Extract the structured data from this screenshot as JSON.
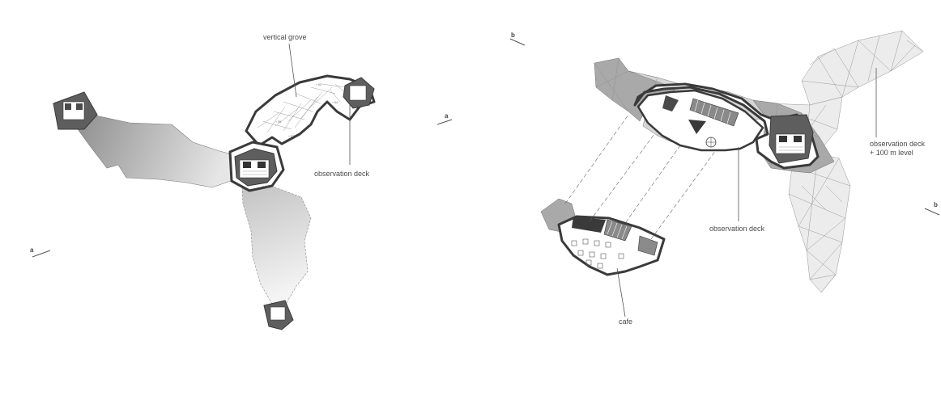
{
  "labels": {
    "vertical_grove": "vertical grove",
    "observation_deck_left": "observation deck",
    "observation_deck_right": "observation deck",
    "observation_deck_upper_line1": "observation deck",
    "observation_deck_upper_line2": "+ 100 m level",
    "cafe": "cafe"
  },
  "section_marks": {
    "left_a": "a",
    "right_a": "a",
    "right_b_top": "b",
    "right_b_side": "b"
  },
  "colors": {
    "wall": "#3a3a3a",
    "core": "#5e5e5e",
    "shadow_grey": "#b5b5b5",
    "mesh_grey": "#d6d6d6",
    "leader": "#555555"
  }
}
